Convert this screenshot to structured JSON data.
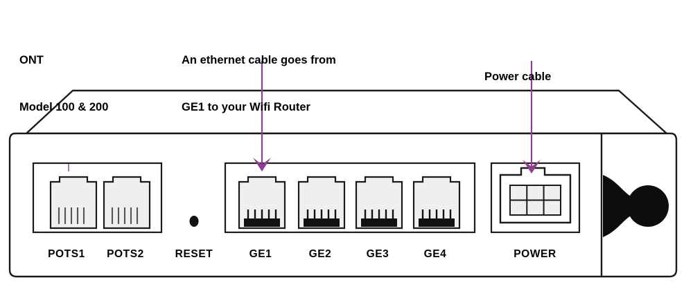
{
  "device": {
    "name": "ONT",
    "model_line_1": "ONT",
    "model_line_2": "Model 100 & 200"
  },
  "annotations": [
    {
      "id": "ont-label",
      "name": "ont-model-annotation",
      "line1": "ONT",
      "line2": "Model 100 & 200",
      "has_arrow": false
    },
    {
      "id": "ethernet-label",
      "name": "ethernet-cable-annotation",
      "line1": "An ethernet cable goes from",
      "line2": "GE1 to your Wifi Router",
      "has_arrow": true,
      "points_to": "GE1"
    },
    {
      "id": "power-label",
      "name": "power-cable-annotation",
      "line1": "Power cable",
      "line2": "",
      "has_arrow": true,
      "points_to": "POWER"
    }
  ],
  "ports": {
    "pots": [
      {
        "label": "POTS1",
        "type": "rj11"
      },
      {
        "label": "POTS2",
        "type": "rj11"
      }
    ],
    "reset": {
      "label": "RESET",
      "type": "pinhole-button"
    },
    "ge": [
      {
        "label": "GE1",
        "type": "rj45"
      },
      {
        "label": "GE2",
        "type": "rj45"
      },
      {
        "label": "GE3",
        "type": "rj45"
      },
      {
        "label": "GE4",
        "type": "rj45"
      }
    ],
    "power": {
      "label": "POWER",
      "type": "6-pin-connector",
      "pin_rows": 2,
      "pin_cols": 3
    },
    "fiber": {
      "label": "",
      "type": "fiber-connector"
    }
  },
  "colors": {
    "arrow": "#8e3f8e",
    "outline": "#1a1a1a",
    "jack_fill": "#efefef",
    "jack_contact": "#111111",
    "background": "#ffffff",
    "text": "#000000"
  }
}
